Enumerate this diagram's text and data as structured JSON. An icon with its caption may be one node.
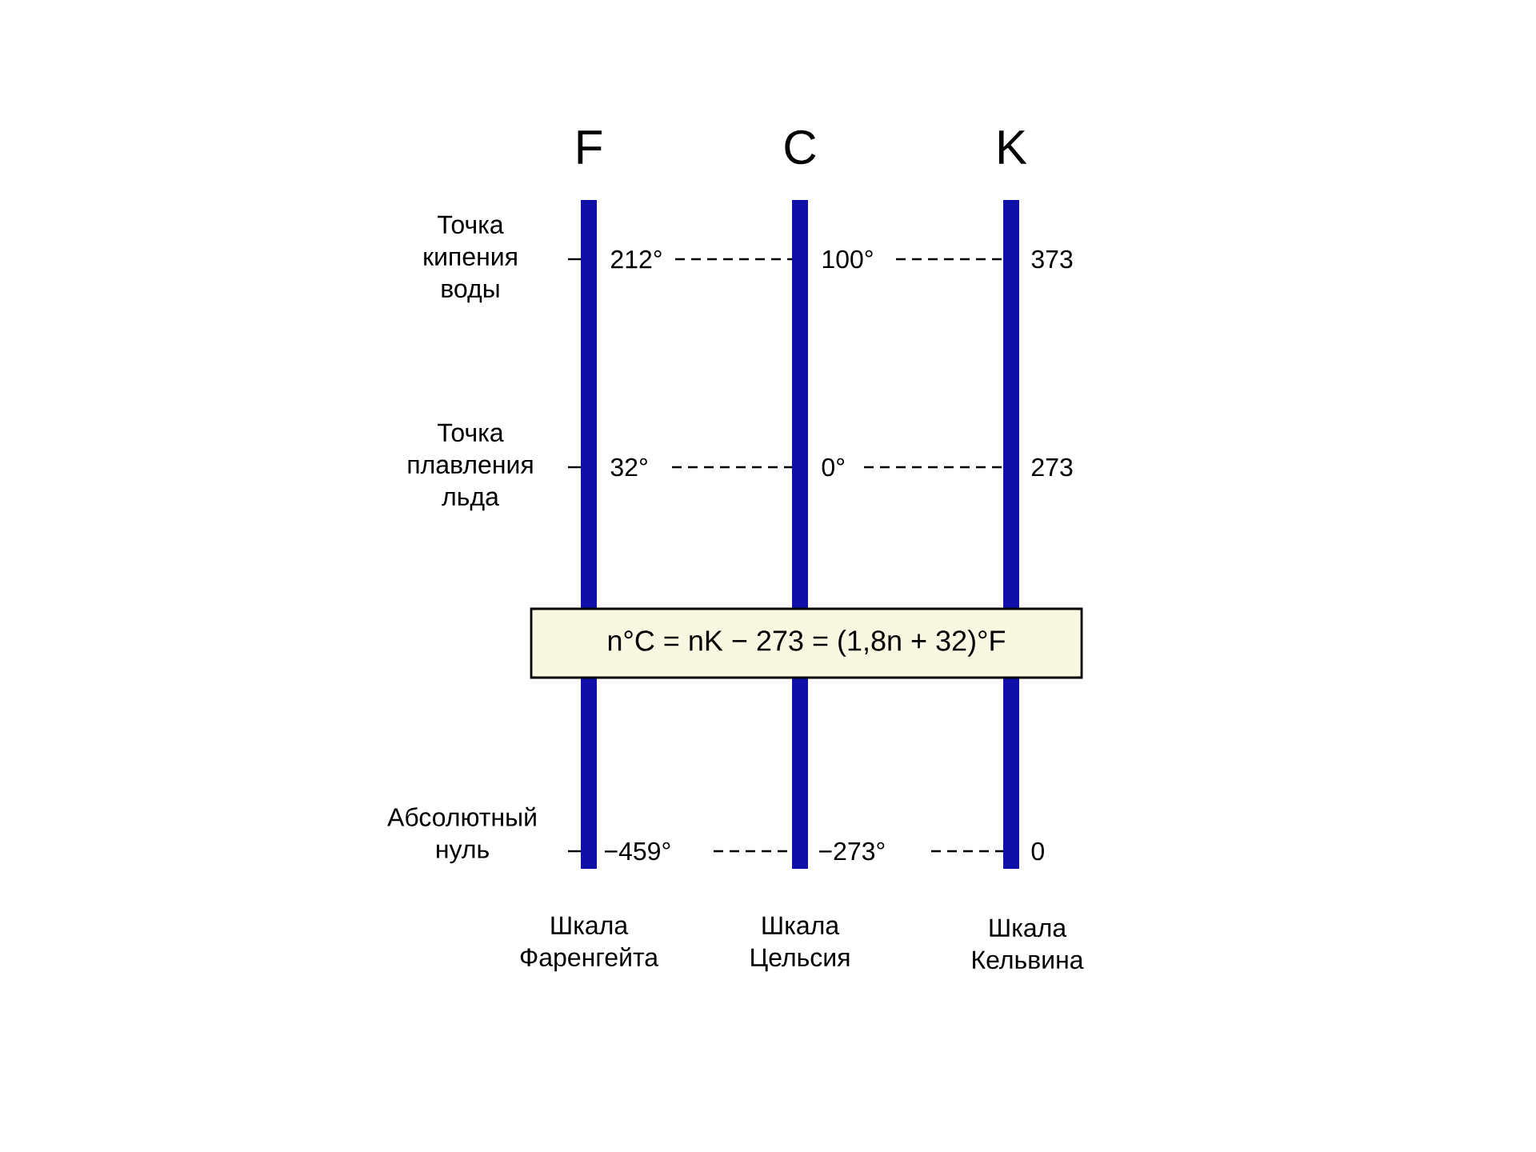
{
  "diagram": {
    "nodes": [
      {
        "text": [
          "n°C = nK − 273 = (1,8n + 32)°F"
        ]
      }
    ],
    "labels": [
      "F",
      "C",
      "K",
      "Точка кипения воды",
      "212°",
      "100°",
      "373",
      "Точка плавления льда",
      "32°",
      "0°",
      "273",
      "Абсолютный нуль",
      "−459°",
      "−273°",
      "0",
      "Шкала Фаренгейта",
      "Шкала Цельсия",
      "Шкала Кельвина"
    ]
  }
}
